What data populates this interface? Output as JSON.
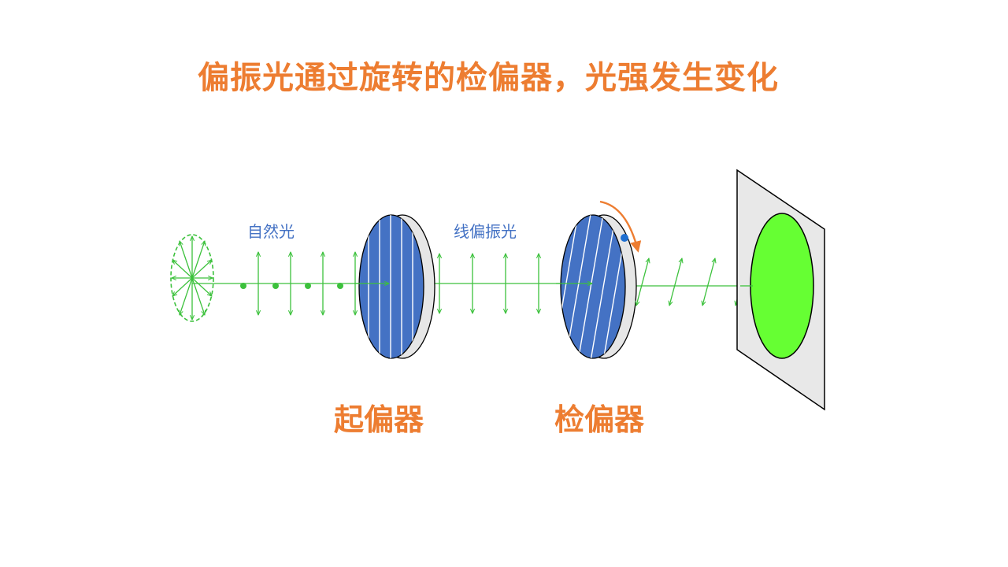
{
  "title": "偏振光通过旋转的检偏器，光强发生变化",
  "labels": {
    "natural_light": "自然光",
    "linear_polarized_light": "线偏振光",
    "polarizer": "起偏器",
    "analyzer": "检偏器"
  },
  "colors": {
    "title": "#ed7d31",
    "label_small": "#4472c4",
    "light_ray": "#3cc13c",
    "polarizer_face": "#4472c4",
    "polarizer_edge": "#e6e6e6",
    "screen": "#e8e8e8",
    "screen_spot": "#66ff33",
    "rotation_arrow": "#ed7d31",
    "marker_dot": "#1f6fd0"
  },
  "icons": {
    "rotation": "curved-arrow-icon",
    "marker": "dot-marker-icon"
  }
}
